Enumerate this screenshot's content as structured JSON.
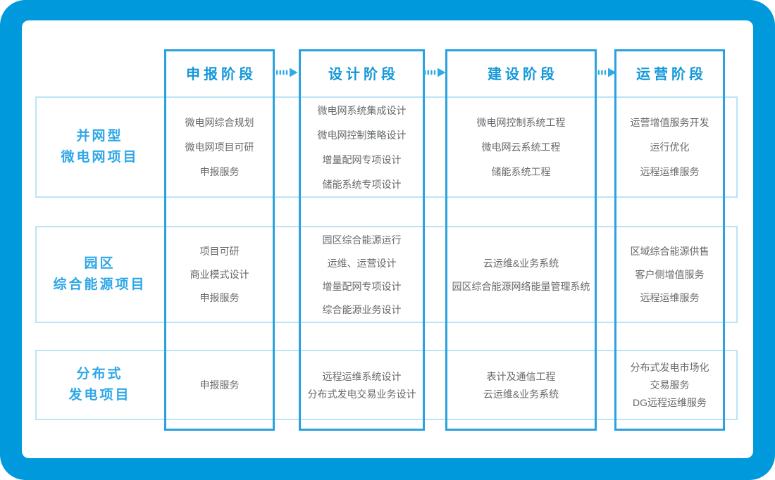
{
  "diagram": {
    "colors": {
      "frame_blue": "#0099dc",
      "column_border": "#2aa2de",
      "row_border": "#bce3f7",
      "header_text": "#1598d9",
      "row_label_text": "#2ea7e7",
      "cell_text": "#66696c",
      "arrow_color": "#2fabe3"
    },
    "phases": [
      {
        "label": "申报阶段"
      },
      {
        "label": "设计阶段"
      },
      {
        "label": "建设阶段"
      },
      {
        "label": "运营阶段"
      }
    ],
    "rows": [
      {
        "label_lines": [
          "并网型",
          "微电网项目"
        ],
        "cells": [
          {
            "items": [
              "微电网综合规划",
              "微电网项目可研",
              "申报服务"
            ]
          },
          {
            "items": [
              "微电网系统集成设计",
              "微电网控制策略设计",
              "增量配网专项设计",
              "储能系统专项设计"
            ]
          },
          {
            "items": [
              "微电网控制系统工程",
              "微电网云系统工程",
              "储能系统工程"
            ]
          },
          {
            "items": [
              "运营增值服务开发",
              "运行优化",
              "远程运维服务"
            ]
          }
        ]
      },
      {
        "label_lines": [
          "园区",
          "综合能源项目"
        ],
        "cells": [
          {
            "items": [
              "项目可研",
              "商业模式设计",
              "申报服务"
            ]
          },
          {
            "items": [
              "园区综合能源运行",
              "运维、运营设计",
              "增量配网专项设计",
              "综合能源业务设计"
            ]
          },
          {
            "items": [
              "云运维&业务系统",
              "园区综合能源网络能量管理系统"
            ]
          },
          {
            "items": [
              "区域综合能源供售",
              "客户侧增值服务",
              "远程运维服务"
            ]
          }
        ]
      },
      {
        "label_lines": [
          "分布式",
          "发电项目"
        ],
        "cells": [
          {
            "items": [
              "申报服务"
            ]
          },
          {
            "items": [
              "远程运维系统设计",
              "分布式发电交易业务设计"
            ]
          },
          {
            "items": [
              "表计及通信工程",
              "云运维&业务系统"
            ]
          },
          {
            "items": [
              "分布式发电市场化",
              "交易服务",
              "DG远程运维服务"
            ]
          }
        ]
      }
    ]
  }
}
